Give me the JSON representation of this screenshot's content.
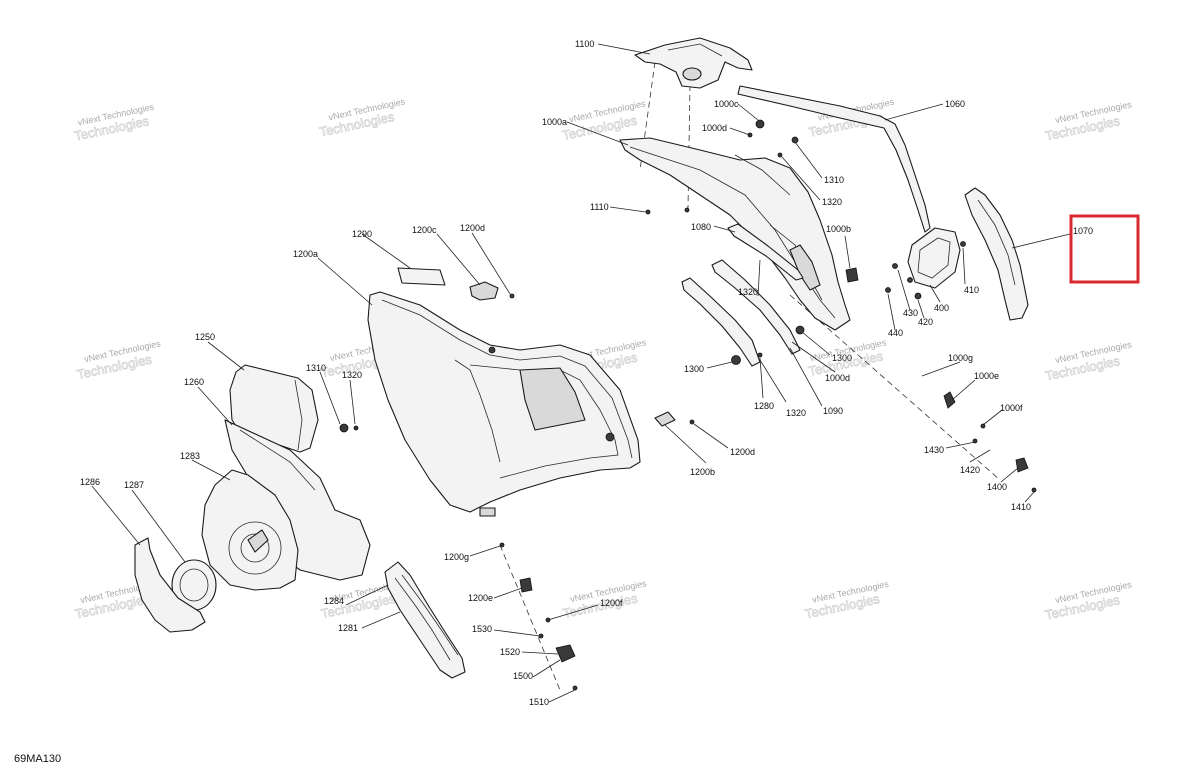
{
  "drawing_code": "69MA130",
  "watermark": {
    "line1": "vNext Technologies",
    "line2": "Technologies"
  },
  "highlighted_part": "1070",
  "colors": {
    "highlight": "#d9282f",
    "line": "#1a1a1a",
    "watermark": "#9a9a9a"
  },
  "callouts": {
    "p1100": "1100",
    "p1060": "1060",
    "p1000c": "1000c",
    "p1000d_top": "1000d",
    "p1000a": "1000a",
    "p1310_top": "1310",
    "p1320_top": "1320",
    "p1110": "1110",
    "p1080": "1080",
    "p1000b": "1000b",
    "p1070": "1070",
    "p1290": "1290",
    "p1200c": "1200c",
    "p1200d_top": "1200d",
    "p1200a": "1200a",
    "p1320_mid": "1320",
    "p410": "410",
    "p400": "400",
    "p430": "430",
    "p420": "420",
    "p440": "440",
    "p1300_right": "1300",
    "p1000d_mid": "1000d",
    "p1000g": "1000g",
    "p1000e": "1000e",
    "p1000f": "1000f",
    "p1250": "1250",
    "p1310_left": "1310",
    "p1320_left": "1320",
    "p1300": "1300",
    "p1280": "1280",
    "p1320_low": "1320",
    "p1090": "1090",
    "p1260": "1260",
    "p1200d_mid": "1200d",
    "p1430": "1430",
    "p1420": "1420",
    "p1200b": "1200b",
    "p1400": "1400",
    "p1410": "1410",
    "p1283": "1283",
    "p1286": "1286",
    "p1287": "1287",
    "p1200g": "1200g",
    "p1200e": "1200e",
    "p1284": "1284",
    "p1200f": "1200f",
    "p1281": "1281",
    "p1530": "1530",
    "p1520": "1520",
    "p1500": "1500",
    "p1510": "1510"
  }
}
